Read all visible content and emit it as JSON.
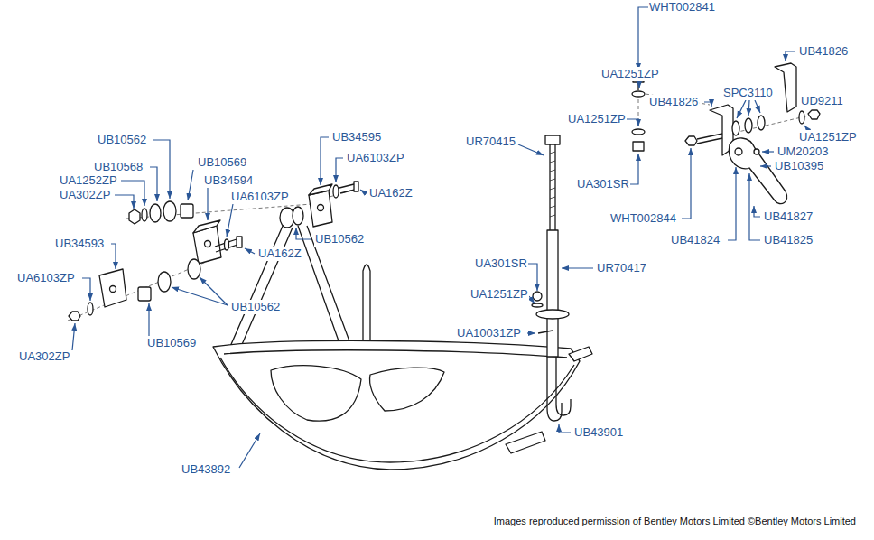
{
  "diagram": {
    "caption": "Images reproduced permission of Bentley Motors Limited ©Bentley Motors Limited",
    "labels": [
      "WHT002841",
      "UB41826",
      "UA1251ZP",
      "UB41826",
      "SPC3110",
      "UD9211",
      "UB10562",
      "UB34595",
      "UA1251ZP",
      "UA1251ZP",
      "UM20203",
      "UR70415",
      "UB10569",
      "UA6103ZP",
      "UB10568",
      "UB10395",
      "UA1252ZP",
      "UB34594",
      "UA301SR",
      "UA302ZP",
      "UA6103ZP",
      "UA162Z",
      "WHT002844",
      "UB41827",
      "UB10562",
      "UB41824",
      "UB41825",
      "UB34593",
      "UA162Z",
      "UA301SR",
      "UR70417",
      "UA6103ZP",
      "UA1251ZP",
      "UB10562",
      "UA10031ZP",
      "UB10569",
      "UA302ZP",
      "UB43901",
      "UB43892"
    ]
  }
}
